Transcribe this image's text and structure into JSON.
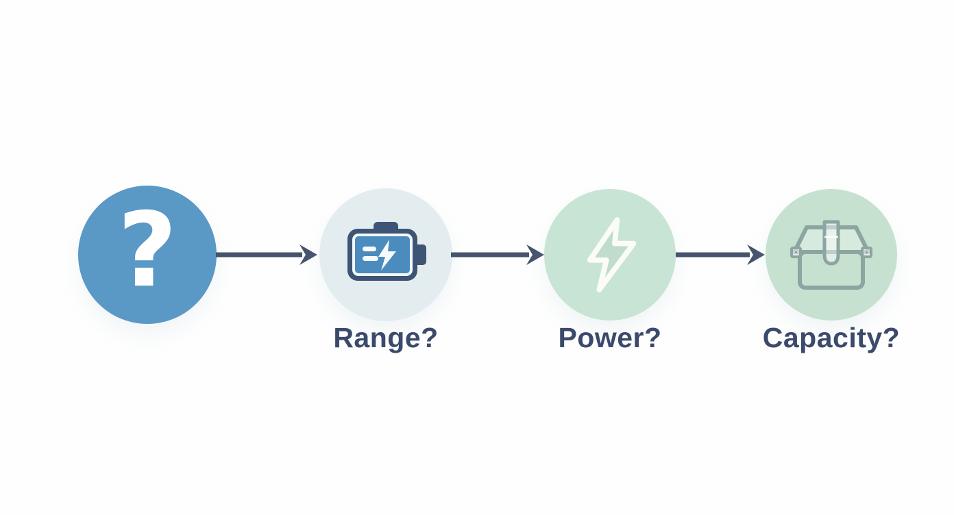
{
  "diagram": {
    "background_color": "#FEFEFE",
    "arrow_color": "#46536D",
    "label_color": "#3B4A6B",
    "nodes": [
      {
        "id": "question",
        "icon": "question-mark-icon",
        "glyph": "?",
        "label": "",
        "circle_color": "#5A98C6",
        "icon_color": "#FFFFFF"
      },
      {
        "id": "range",
        "icon": "battery-charging-icon",
        "label": "Range?",
        "circle_color": "#E3EDEF",
        "icon_outline_color": "#3E5474",
        "icon_fill_color": "#4C8BBE",
        "icon_symbol_color": "#F5FAFC"
      },
      {
        "id": "power",
        "icon": "lightning-bolt-icon",
        "label": "Power?",
        "circle_color": "#C8E4D4",
        "icon_outline_color": "#FBFDF5"
      },
      {
        "id": "capacity",
        "icon": "storage-box-icon",
        "label": "Capacity?",
        "circle_color": "#C6E1D0",
        "icon_outline_color": "#8BA5A0"
      }
    ],
    "connectors": [
      {
        "from": "question",
        "to": "range"
      },
      {
        "from": "range",
        "to": "power"
      },
      {
        "from": "power",
        "to": "capacity"
      }
    ]
  }
}
